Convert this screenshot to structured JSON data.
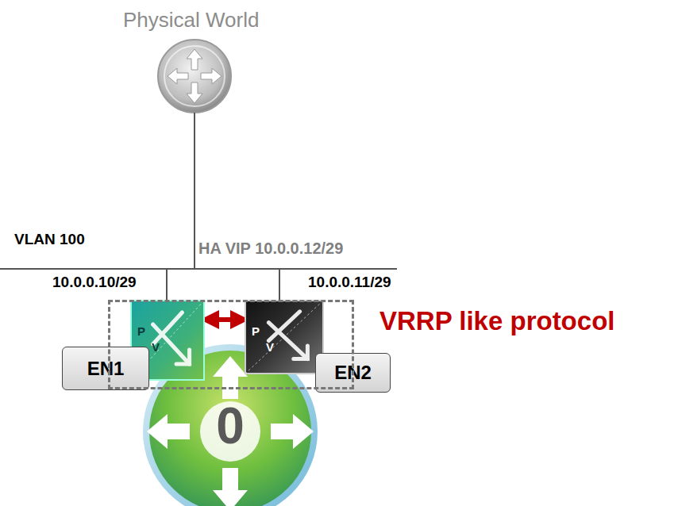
{
  "diagram": {
    "nodes": [
      {
        "text": [
          "0"
        ]
      },
      {
        "text": [
          "P",
          "V"
        ]
      },
      {
        "text": [
          "P",
          "V"
        ]
      },
      {
        "text": [
          "EN1"
        ]
      },
      {
        "text": [
          "EN2"
        ]
      }
    ],
    "edges": [
      {
        "from": 1,
        "to": 2,
        "arrow": "both"
      }
    ],
    "labels": [
      "Physical World",
      "VLAN 100",
      "HA VIP 10.0.0.12/29",
      "10.0.0.10/29",
      "10.0.0.11/29",
      "VRRP like protocol"
    ]
  }
}
